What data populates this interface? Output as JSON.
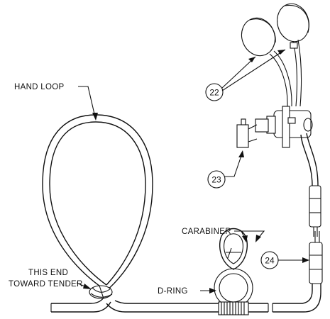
{
  "labels": {
    "hand_loop": "HAND LOOP",
    "this_end": "THIS END",
    "toward_tender": "TOWARD TENDER",
    "carabiner": "CARABINER",
    "d_ring": "D-RING"
  },
  "callouts": {
    "c22": "22",
    "c23": "23",
    "c24": "24"
  }
}
